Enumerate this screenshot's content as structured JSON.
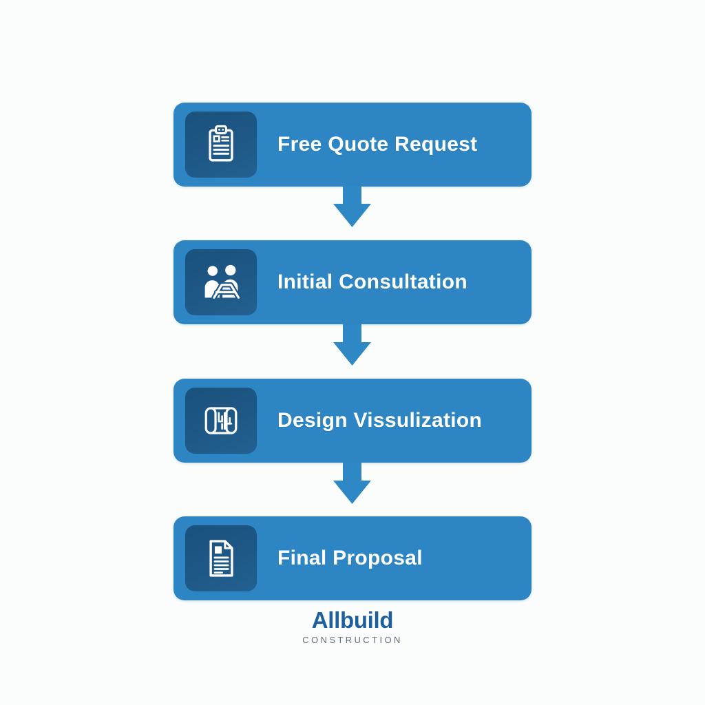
{
  "palette": {
    "background": "#fbfdfd",
    "step_blue": "#2d86c3",
    "icon_tile_blue_dark": "#1b517c",
    "icon_tile_blue_light": "#236191",
    "arrow_blue": "#2e88c5",
    "label_white": "#ffffff",
    "logo_blue": "#1e5f9f",
    "tagline_gray": "#5f6d7a"
  },
  "flow": {
    "steps": [
      {
        "label": "Free Quote Request",
        "icon": "clipboard-icon"
      },
      {
        "label": "Initial Consultation",
        "icon": "people-meeting-icon"
      },
      {
        "label": "Design Vissulization",
        "icon": "blueprint-icon"
      },
      {
        "label": "Final Proposal",
        "icon": "document-icon"
      }
    ]
  },
  "brand": {
    "name": "Allbuild",
    "tagline": "CONSTRUCTION"
  }
}
